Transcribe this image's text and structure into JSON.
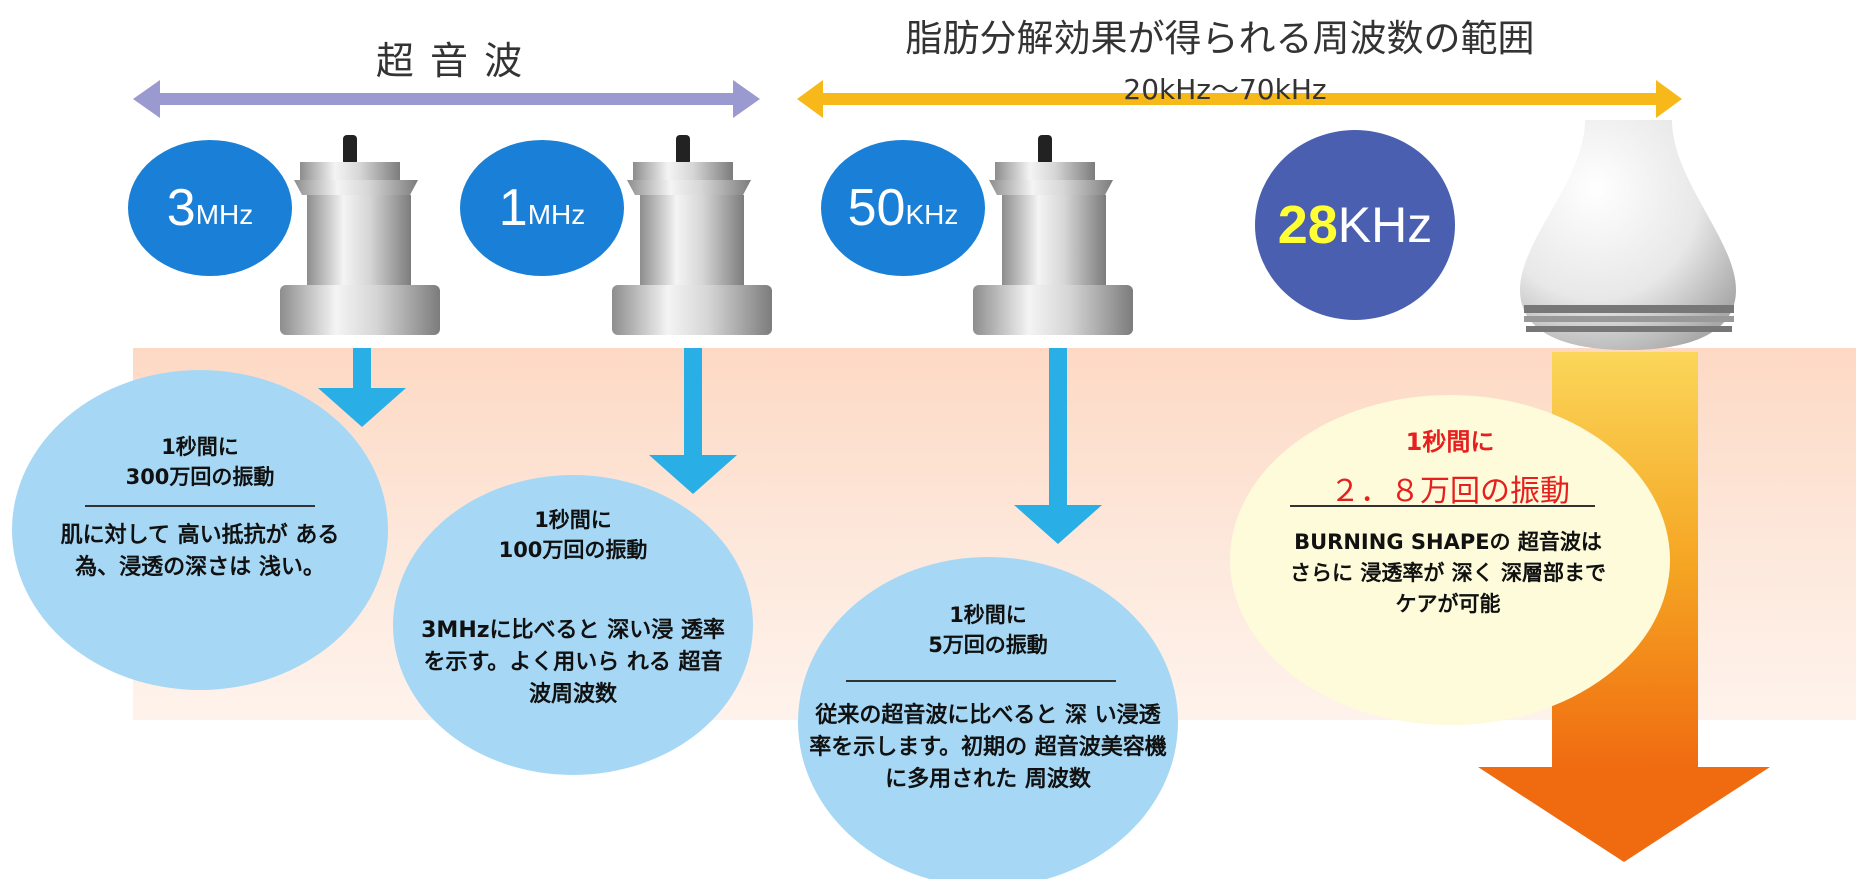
{
  "header": {
    "ultrasound_label": "超 音 波",
    "fat_range_title": "脂肪分解効果が得られる周波数の範囲",
    "fat_range_sub": "20kHz〜70kHz"
  },
  "frequencies": [
    {
      "num": "3",
      "unit": "MHz"
    },
    {
      "num": "1",
      "unit": "MHz"
    },
    {
      "num": "50",
      "unit": "KHz"
    },
    {
      "num": "28",
      "unit": "KHz"
    }
  ],
  "bubbles": [
    {
      "line1": "1秒間に",
      "line2": "300万回の振動",
      "desc": "肌に対して 高い抵抗が ある為、浸透の深さは 浅い。"
    },
    {
      "line1": "1秒間に",
      "line2": "100万回の振動",
      "desc": "3MHzに比べると 深い浸 透率を示す。よく用いら れる 超音波周波数"
    },
    {
      "line1": "1秒間に",
      "line2": "5万回の振動",
      "desc": "従来の超音波に比べると 深 い浸透率を示します。初期の 超音波美容機 に多用された 周波数"
    },
    {
      "line1": "1秒間に",
      "line2": "２．８万回の振動",
      "desc": "BURNING SHAPEの 超音波はさらに 浸透率が 深く 深層部までケアが可能"
    }
  ],
  "colors": {
    "purple_arrow": "#9a9ad0",
    "orange_arrow": "#f7b81a",
    "blue_ellipse": "#1a7fd6",
    "navy_ellipse": "#4a5fb0",
    "yellow_text": "#ffff33",
    "bubble_blue": "#a6d8f5",
    "bubble_cream": "#fdfbd9",
    "red_text": "#e61f1f",
    "skin": "#fde6d8",
    "down_arrow": "#29aee6"
  }
}
